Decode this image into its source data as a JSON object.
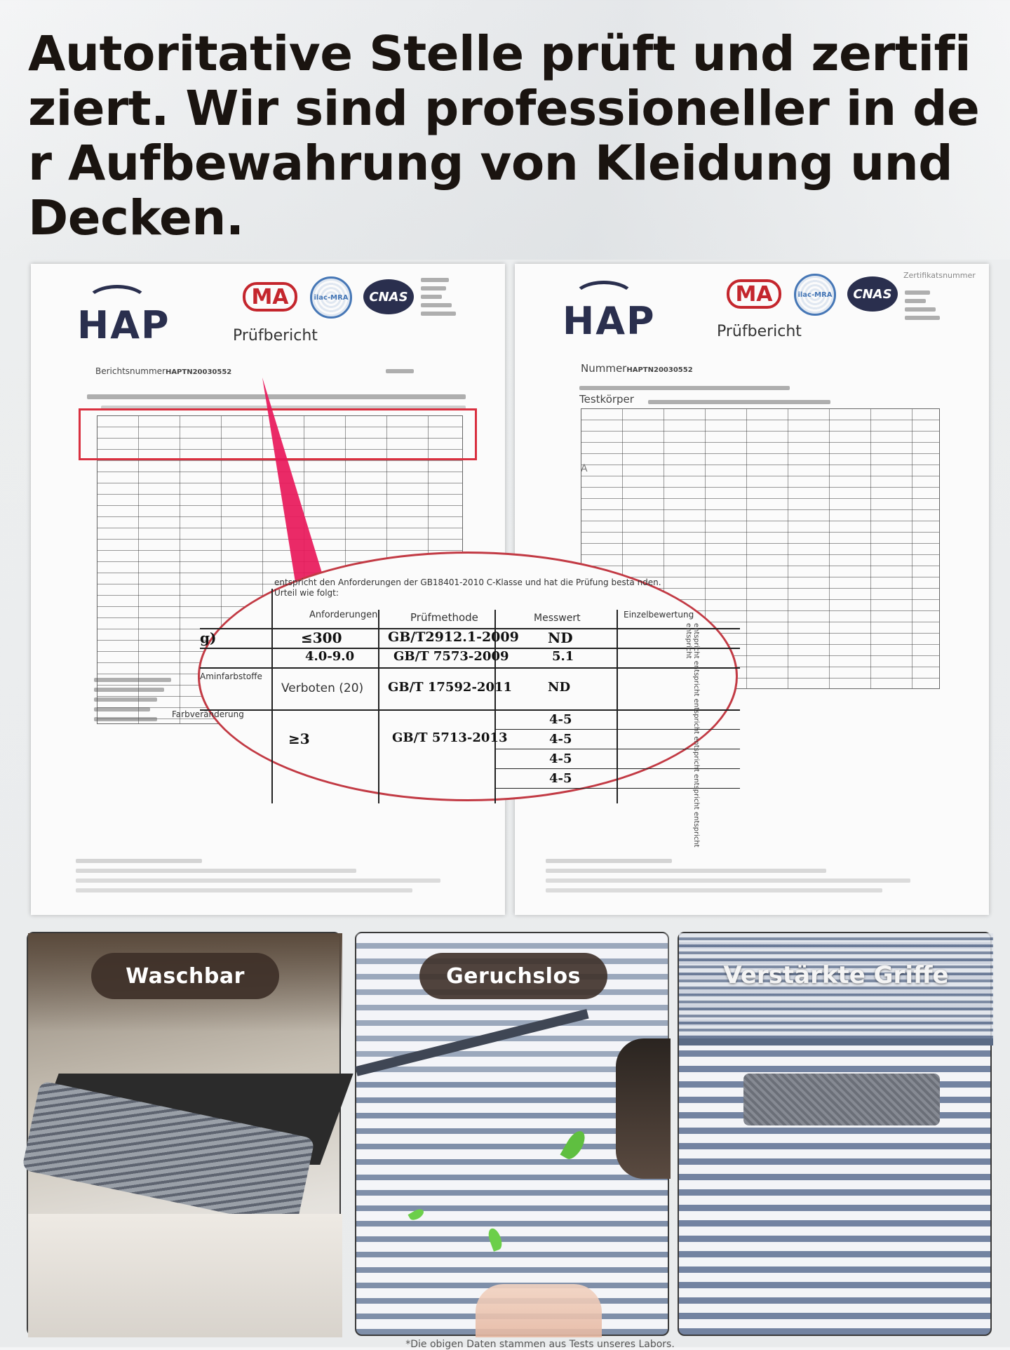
{
  "headline": {
    "lines": [
      "Autoritative Stelle prüft und zertifi",
      "ziert. Wir sind professioneller in de",
      "r Aufbewahrung von Kleidung und",
      "Decken."
    ]
  },
  "left_doc": {
    "logo": "HAP",
    "ma_logo": "MA",
    "ilac_logo": "ilac-MRA",
    "cnas_logo": "CNAS",
    "title": "Prüfbericht",
    "report_number_label": "Berichtsnummer",
    "report_number": "HAPTN20030552"
  },
  "right_doc": {
    "logo": "HAP",
    "ma_logo": "MA",
    "ilac_logo": "ilac-MRA",
    "cnas_logo": "CNAS",
    "cert_label": "Zertifikatsnummer",
    "title": "Prüfbericht",
    "number_label": "Nummer",
    "number": "HAPTN20030552",
    "sample_label": "Testkörper",
    "letter_a": "A"
  },
  "magnifier": {
    "intro": "entspricht den Anforderungen der GB18401-2010 C-Klasse und hat die Prüfung besta nden. Urteil wie folgt:",
    "headers": {
      "requirements": "Anforderungen",
      "method": "Prüfmethode",
      "measured": "Messwert",
      "single_eval": "Einzelbewertung"
    },
    "rows": [
      {
        "label": "",
        "req": "≤300",
        "method": "GB/T2912.1-2009",
        "value": "ND"
      },
      {
        "label": "",
        "req": "4.0-9.0",
        "method": "GB/T 7573-2009",
        "value": "5.1"
      },
      {
        "label": "Aminfarbstoffe",
        "req": "Verboten (20)",
        "method": "GB/T 17592-2011",
        "value": "ND"
      },
      {
        "label": "Farbveränderung",
        "req": "≥3",
        "method": "GB/T 5713-2013",
        "value": "4-5"
      }
    ],
    "extra_values": [
      "4-5",
      "4-5",
      "4-5"
    ],
    "partial_g": "g)"
  },
  "side_text": "entspricht entspricht entspricht entspricht entspricht entspricht entspricht",
  "panels": [
    {
      "title": "Waschbar"
    },
    {
      "title": "Geruchslos"
    },
    {
      "title": "Verstärkte Griffe"
    }
  ],
  "footnote": "*Die obigen Daten stammen aus Tests unseres Labors.",
  "colors": {
    "accent_red": "#d93040",
    "pointer_pink": "#e8185a",
    "logo_navy": "#2a2f4e",
    "ma_red": "#c4262d",
    "stripe_blue": "#7f8fa9"
  }
}
